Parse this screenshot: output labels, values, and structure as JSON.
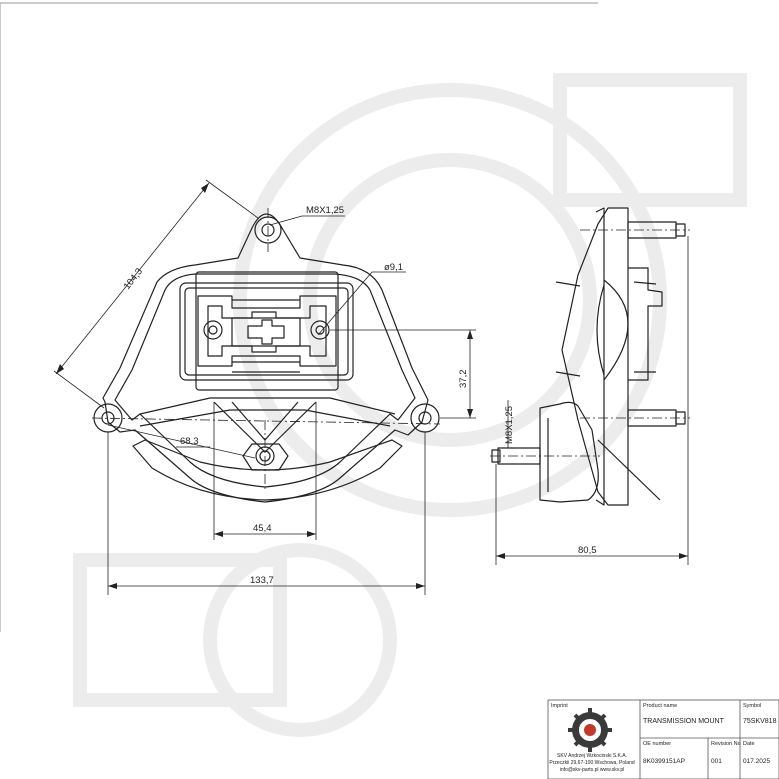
{
  "drawing": {
    "dimensions": {
      "thread_top": "M8X1,25",
      "hole_dia": "ø9,1",
      "diag_length": "104,3",
      "height_right": "37,2",
      "inner_angle_length": "68,3",
      "bottom_inner": "45,4",
      "overall_width": "133,7",
      "side_thread": "M8X1,25",
      "side_width": "80,5"
    },
    "colors": {
      "line": "#222222",
      "watermark": "#eeeeee"
    }
  },
  "title_block": {
    "labels": {
      "company": "Imprint",
      "product": "Product name",
      "symbol": "Symbol",
      "oe_number": "OE number",
      "revision": "Revision No",
      "date": "Date"
    },
    "product_name": "TRANSMISSION MOUNT",
    "symbol": "75SKV818",
    "oe_number": "8K0399151AP",
    "revision": "001",
    "date": "017.2025",
    "company_lines": [
      "SKV Andrzej Wzkocinski S.K.A.",
      "Przeczkii 29,67-100 Wschowa, Poland",
      "info@skv-parts.pl www.skv.pl"
    ]
  }
}
